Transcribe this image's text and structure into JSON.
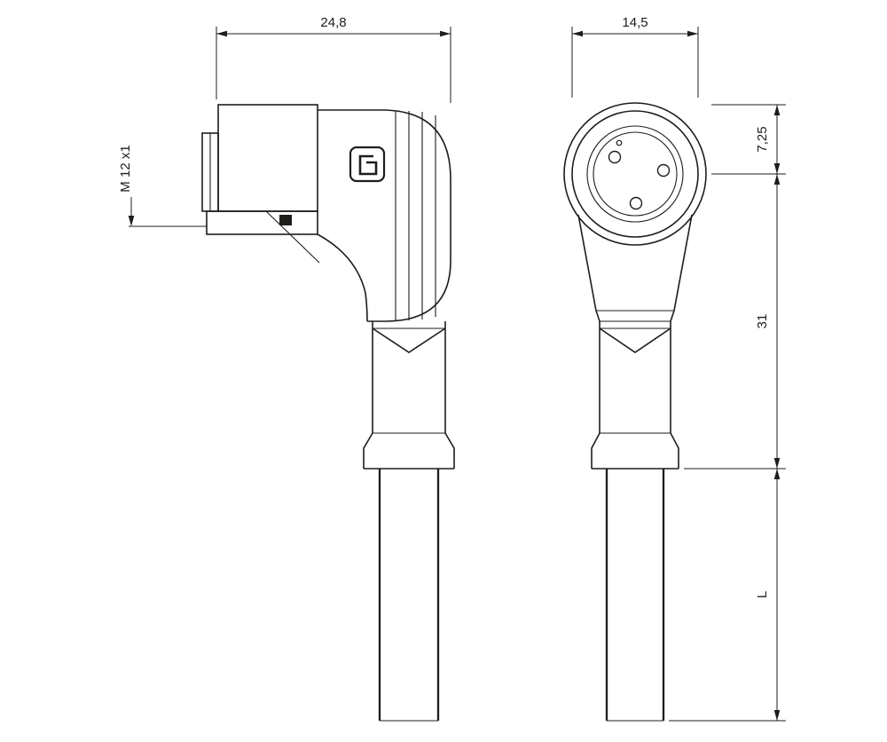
{
  "drawing": {
    "colors": {
      "line": "#1d1d1b",
      "background": "#ffffff"
    },
    "dimensions": {
      "side_width": "24,8",
      "front_width": "14,5",
      "thread": "M 12 x1",
      "face_radius": "7,25",
      "body_height": "31",
      "cable_length": "L"
    },
    "front_view": {
      "pin_count": "3"
    }
  }
}
